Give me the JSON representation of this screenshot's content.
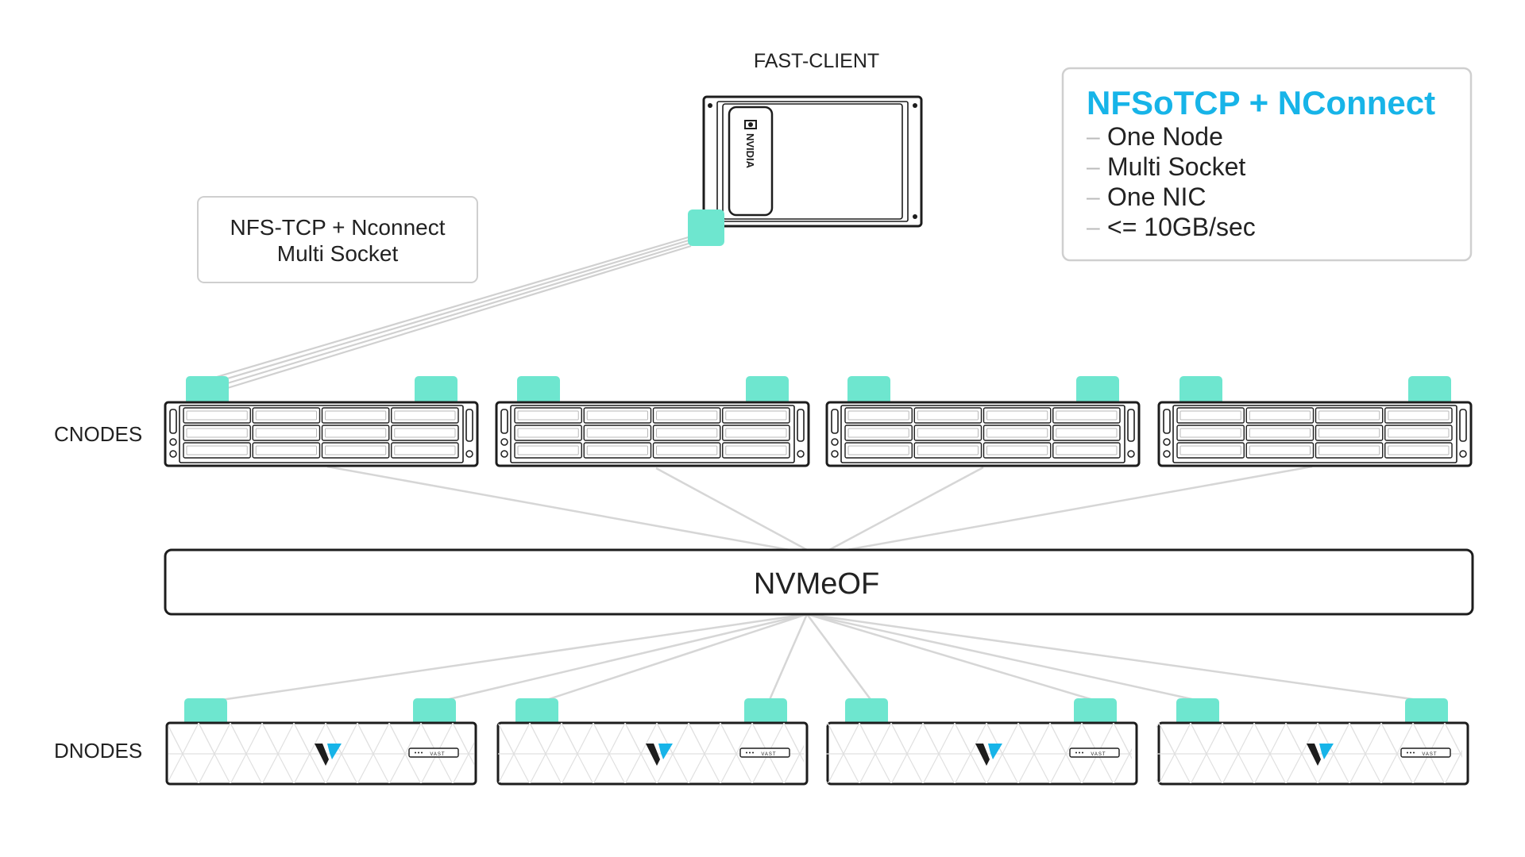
{
  "client": {
    "title": "FAST-CLIENT",
    "brand": "NVIDIA"
  },
  "client_link_box": {
    "line1": "NFS-TCP + Nconnect",
    "line2": "Multi Socket"
  },
  "info_box": {
    "title": "NFSoTCP + NConnect",
    "items": [
      "One Node",
      "Multi Socket",
      "One NIC",
      "<= 10GB/sec"
    ],
    "accent_color": "#17b4e8"
  },
  "rows": {
    "cnodes_label": "CNODES",
    "dnodes_label": "DNODES"
  },
  "fabric": {
    "label": "NVMeOF"
  },
  "dnode_brand": "VAST",
  "colors": {
    "port": "#6ee6cf",
    "outline": "#1d1d1d",
    "connector": "#d6d6d6"
  }
}
